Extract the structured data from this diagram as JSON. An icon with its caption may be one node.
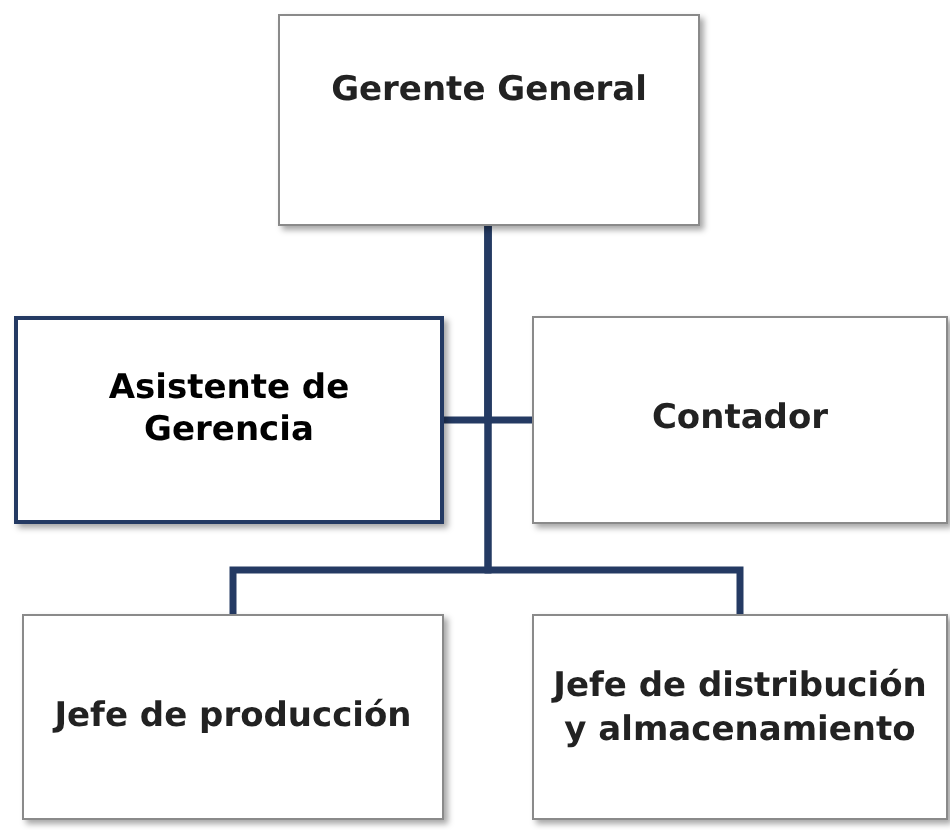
{
  "diagram": {
    "nodes": [
      {
        "text": [
          "Gerente General"
        ]
      },
      {
        "text": [
          "Asistente de Gerencia"
        ]
      },
      {
        "text": [
          "Contador"
        ]
      },
      {
        "text": [
          "Jefe de producción"
        ]
      },
      {
        "text": [
          "Jefe de distribución y almacenamiento"
        ]
      }
    ],
    "edges": [
      {
        "from": 0,
        "to": 1,
        "arrow": "none"
      },
      {
        "from": 0,
        "to": 2,
        "arrow": "none"
      },
      {
        "from": 0,
        "to": 3,
        "arrow": "none"
      },
      {
        "from": 0,
        "to": 4,
        "arrow": "none"
      }
    ]
  }
}
